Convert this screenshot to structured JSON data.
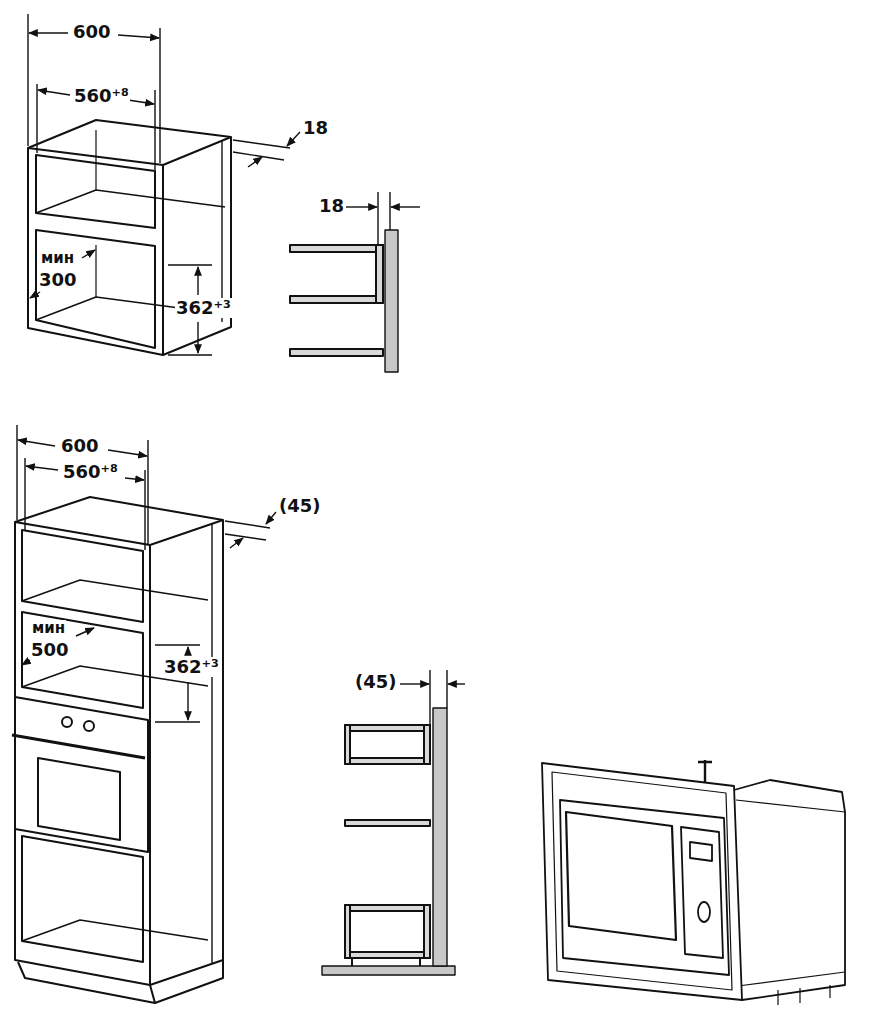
{
  "diagram": {
    "labels": [
      "600",
      "560⁺⁸",
      "18",
      "18",
      "мин",
      "300",
      "362⁺³",
      "600",
      "560⁺⁸",
      "(45)",
      "мин",
      "500",
      "362⁺³",
      "(45)"
    ]
  }
}
